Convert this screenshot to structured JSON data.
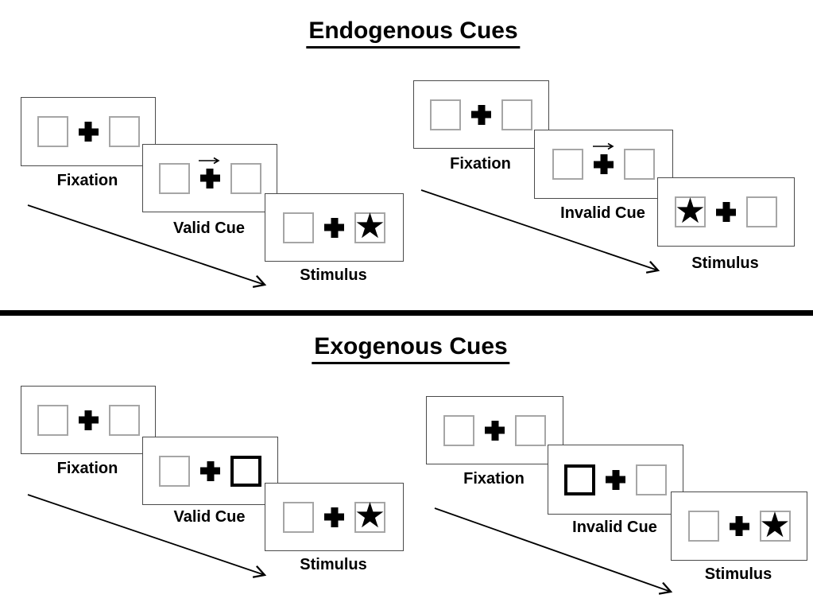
{
  "endogenous": {
    "title": "Endogenous Cues",
    "valid_trial": {
      "fixation_label": "Fixation",
      "cue_label": "Valid Cue",
      "stimulus_label": "Stimulus",
      "cue_type": "central-arrow-right",
      "stimulus_star_side": "right"
    },
    "invalid_trial": {
      "fixation_label": "Fixation",
      "cue_label": "Invalid Cue",
      "stimulus_label": "Stimulus",
      "cue_type": "central-arrow-right",
      "stimulus_star_side": "left"
    }
  },
  "exogenous": {
    "title": "Exogenous Cues",
    "valid_trial": {
      "fixation_label": "Fixation",
      "cue_label": "Valid Cue",
      "stimulus_label": "Stimulus",
      "cue_type": "peripheral-thick-box-right",
      "stimulus_star_side": "right"
    },
    "invalid_trial": {
      "fixation_label": "Fixation",
      "cue_label": "Invalid Cue",
      "stimulus_label": "Stimulus",
      "cue_type": "peripheral-thick-box-left",
      "stimulus_star_side": "right"
    }
  },
  "glyphs": {
    "star": "★",
    "fixation_cross": "+",
    "cue_arrow_direction": "right"
  },
  "colors": {
    "background": "#ffffff",
    "ink": "#000000",
    "panel_border": "#4a4a4a",
    "placeholder_square_border": "#a6a6a6",
    "divider": "#000000"
  }
}
